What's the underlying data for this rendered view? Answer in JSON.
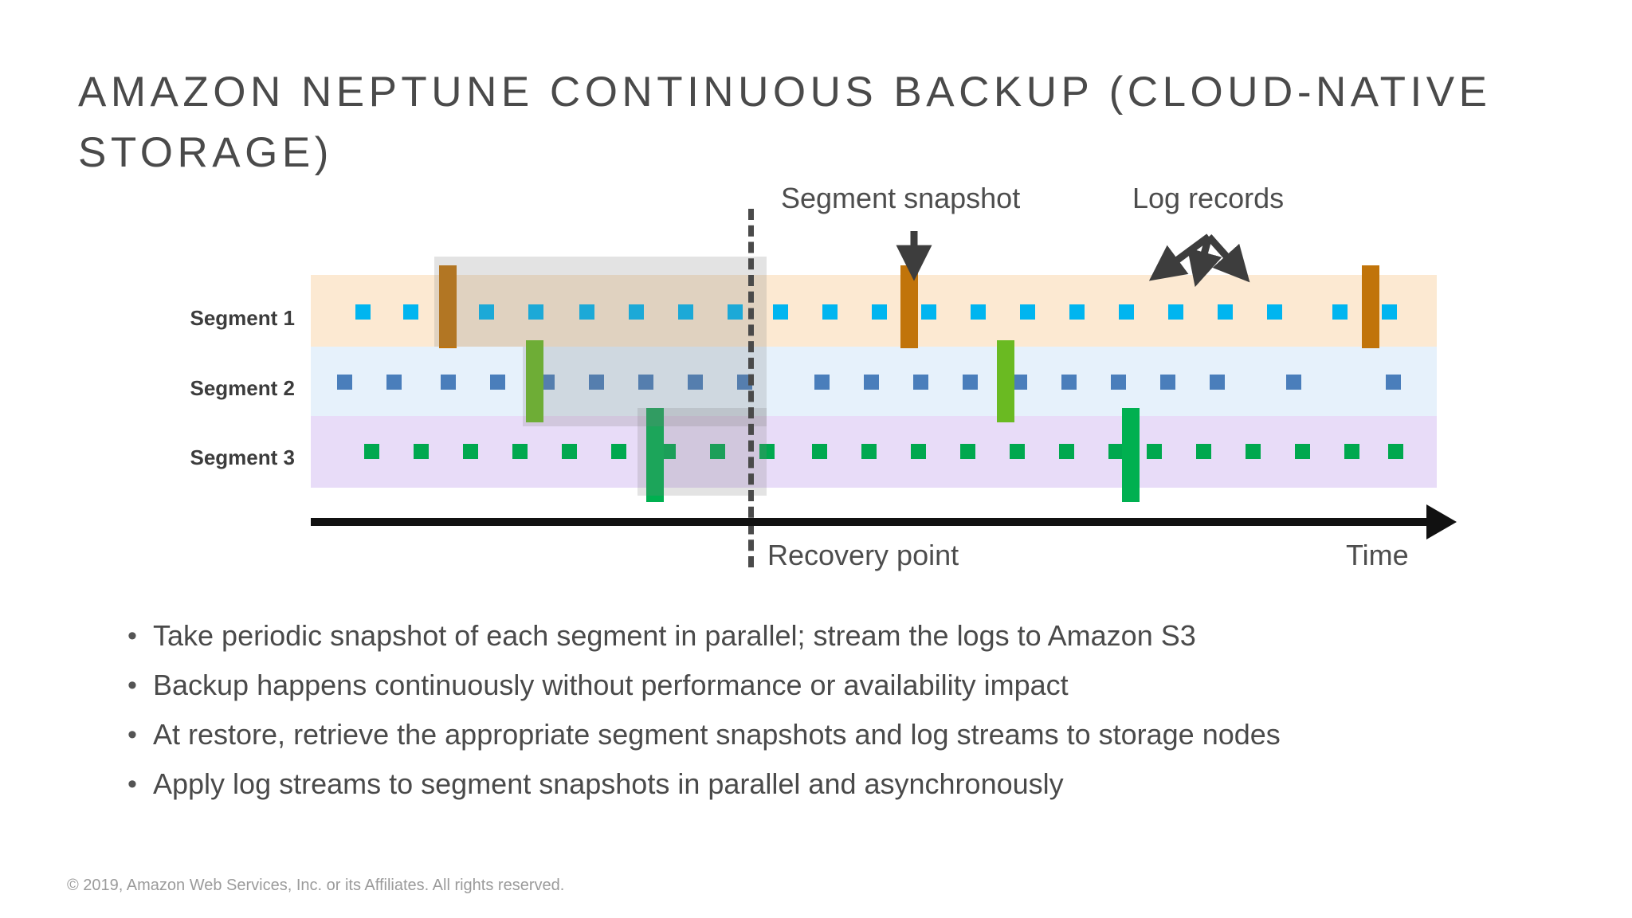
{
  "slide": {
    "title": "Amazon Neptune continuous backup (cloud-native storage)",
    "footer": "© 2019, Amazon Web Services, Inc. or its Affiliates. All rights reserved."
  },
  "diagram": {
    "callouts": {
      "segment_snapshot": "Segment snapshot",
      "log_records": "Log records"
    },
    "axis": {
      "time_label": "Time",
      "recovery_point_label": "Recovery point"
    },
    "colors": {
      "band_segment_1": "#fce9d2",
      "band_segment_2": "#e6f1fb",
      "band_segment_3": "#e8dcf8",
      "marker_segment_1": "#00b5f0",
      "marker_segment_2": "#4a7ebb",
      "marker_segment_3": "#00a84f",
      "snapshot_segment_1": "#c1740a",
      "snapshot_segment_2": "#6aba22",
      "snapshot_segment_3": "#00b050",
      "restore_window_overlay": "rgba(128,128,128,0.22)",
      "recovery_line": "#4a4a4a",
      "timeline": "#111111",
      "title_text": "#4a4a4a",
      "body_text": "#4a4a4a",
      "footer_text": "#9b9b9b"
    },
    "segments": [
      {
        "label": "Segment 1",
        "marker_color": "#00b5f0",
        "snapshot_color": "#c1740a",
        "markers": [
          455,
          515,
          610,
          672,
          736,
          798,
          860,
          922,
          979,
          1041,
          1103,
          1165,
          1227,
          1289,
          1351,
          1413,
          1475,
          1537,
          1599,
          1681,
          1743
        ],
        "snapshots": [
          562,
          1141,
          1720
        ],
        "restore_window": {
          "start": 545,
          "end": 962
        }
      },
      {
        "label": "Segment 2",
        "marker_color": "#4a7ebb",
        "snapshot_color": "#6aba22",
        "markers": [
          432,
          494,
          562,
          624,
          686,
          748,
          810,
          872,
          934,
          1031,
          1093,
          1155,
          1217,
          1279,
          1341,
          1403,
          1465,
          1527,
          1623,
          1748
        ],
        "snapshots": [
          671,
          1262
        ],
        "restore_window": {
          "start": 656,
          "end": 962
        }
      },
      {
        "label": "Segment 3",
        "marker_color": "#00a84f",
        "snapshot_color": "#00b050",
        "markers": [
          466,
          528,
          590,
          652,
          714,
          776,
          838,
          900,
          962,
          1028,
          1090,
          1152,
          1214,
          1276,
          1338,
          1400,
          1448,
          1510,
          1572,
          1634,
          1696,
          1751
        ],
        "snapshots": [
          822,
          1419
        ],
        "restore_window": {
          "start": 800,
          "end": 962
        }
      }
    ]
  },
  "bullets": [
    {
      "dot": "•",
      "text": "Take periodic snapshot of each segment in parallel; stream the logs to Amazon S3"
    },
    {
      "dot": "•",
      "text": "Backup happens continuously without performance or availability impact"
    },
    {
      "dot": "•",
      "text": "At restore, retrieve the appropriate segment snapshots and log streams to storage nodes"
    },
    {
      "dot": "•",
      "text": "Apply log streams to segment snapshots in parallel and asynchronously"
    }
  ]
}
